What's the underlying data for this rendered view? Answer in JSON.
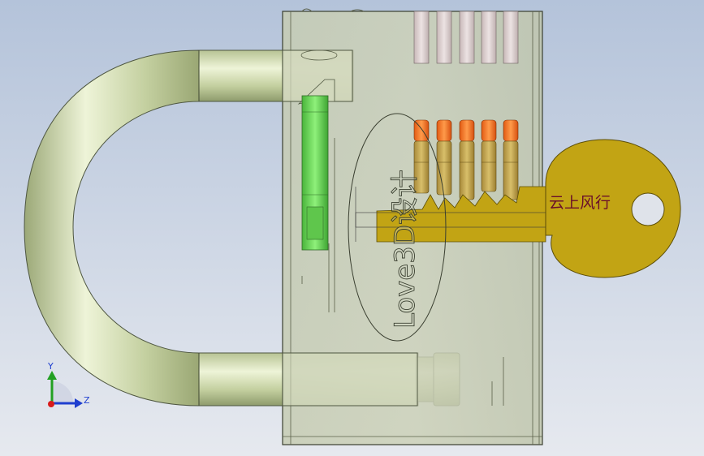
{
  "scene": {
    "view": "3D CAD model of a transparent padlock with pin tumblers and inserted key",
    "background_top": "#b7c6dd",
    "background_bottom": "#e4e8ef"
  },
  "engraving": {
    "text": "Love3D设计"
  },
  "key": {
    "label": "云上风行",
    "color": "#c7a817"
  },
  "triad": {
    "y_label": "Y",
    "z_label": "Z"
  },
  "colors": {
    "shackle": "#c9d4a6",
    "lock_body": "#c5cbb0",
    "pin_top": "#ff7a1a",
    "pin_body": "#c9a84a",
    "spring": "#d9cfcf",
    "latch": "#5fd34a"
  }
}
